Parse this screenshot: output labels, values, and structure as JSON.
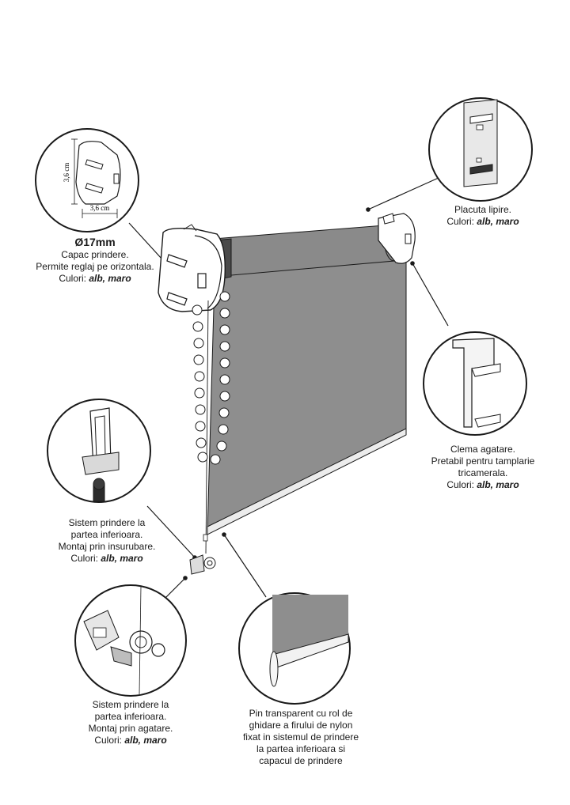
{
  "dimensions": {
    "height": "3,6 cm",
    "width": "3,6 cm"
  },
  "callouts": {
    "end_cap": {
      "title": "Ø17mm",
      "lines": [
        "Capac prindere.",
        "Permite reglaj pe orizontala."
      ],
      "colors_prefix": "Culori: ",
      "colors": "alb, maro"
    },
    "adhesive_plate": {
      "lines": [
        "Placuta lipire."
      ],
      "colors_prefix": "Culori: ",
      "colors": "alb, maro"
    },
    "hanging_clip": {
      "lines": [
        "Clema agatare.",
        "Pretabil pentru tamplarie",
        "tricamerala."
      ],
      "colors_prefix": "Culori: ",
      "colors": "alb, maro"
    },
    "bottom_screw": {
      "lines": [
        "Sistem prindere la",
        "partea inferioara.",
        "Montaj prin insurubare."
      ],
      "colors_prefix": "Culori: ",
      "colors": "alb, maro"
    },
    "bottom_hang": {
      "lines": [
        "Sistem prindere la",
        "partea inferioara.",
        "Montaj prin agatare."
      ],
      "colors_prefix": "Culori: ",
      "colors": "alb, maro"
    },
    "transparent_pin": {
      "lines": [
        "Pin transparent cu rol de",
        "ghidare a firului de nylon",
        "fixat in sistemul de prindere",
        "la partea inferioara si",
        "capacul de prindere"
      ]
    }
  },
  "colors": {
    "fabric": "#8e8e8e",
    "fabric_dark": "#6f6f6f",
    "outline": "#1a1a1a",
    "bead": "#ffffff"
  }
}
